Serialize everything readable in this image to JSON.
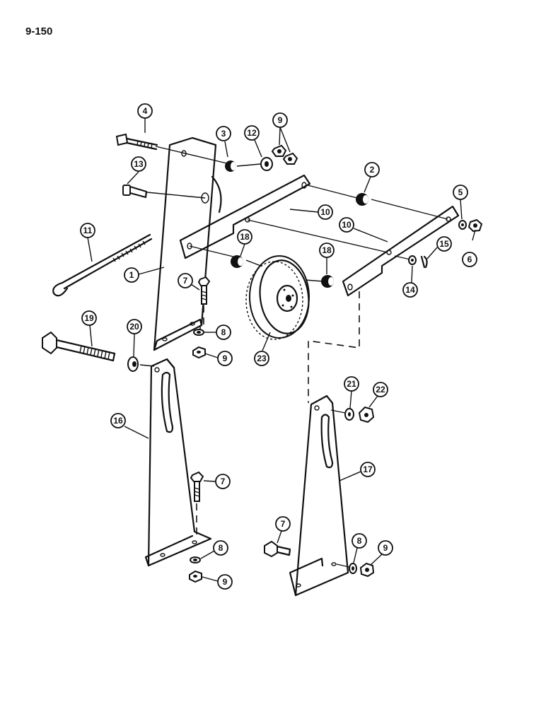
{
  "page": {
    "number": "9-150"
  },
  "parts": [
    {
      "id": "p1",
      "label": "1"
    },
    {
      "id": "p2",
      "label": "2"
    },
    {
      "id": "p3",
      "label": "3"
    },
    {
      "id": "p4",
      "label": "4"
    },
    {
      "id": "p5",
      "label": "5"
    },
    {
      "id": "p6",
      "label": "6"
    },
    {
      "id": "p7a",
      "label": "7"
    },
    {
      "id": "p7b",
      "label": "7"
    },
    {
      "id": "p7c",
      "label": "7"
    },
    {
      "id": "p8a",
      "label": "8"
    },
    {
      "id": "p8b",
      "label": "8"
    },
    {
      "id": "p8c",
      "label": "8"
    },
    {
      "id": "p9a",
      "label": "9"
    },
    {
      "id": "p9b",
      "label": "9"
    },
    {
      "id": "p9c",
      "label": "9"
    },
    {
      "id": "p9d",
      "label": "9"
    },
    {
      "id": "p10a",
      "label": "10"
    },
    {
      "id": "p10b",
      "label": "10"
    },
    {
      "id": "p11",
      "label": "11"
    },
    {
      "id": "p12",
      "label": "12"
    },
    {
      "id": "p13",
      "label": "13"
    },
    {
      "id": "p14",
      "label": "14"
    },
    {
      "id": "p15",
      "label": "15"
    },
    {
      "id": "p16",
      "label": "16"
    },
    {
      "id": "p17",
      "label": "17"
    },
    {
      "id": "p18a",
      "label": "18"
    },
    {
      "id": "p18b",
      "label": "18"
    },
    {
      "id": "p19",
      "label": "19"
    },
    {
      "id": "p20",
      "label": "20"
    },
    {
      "id": "p21",
      "label": "21"
    },
    {
      "id": "p22",
      "label": "22"
    },
    {
      "id": "p23",
      "label": "23"
    }
  ]
}
